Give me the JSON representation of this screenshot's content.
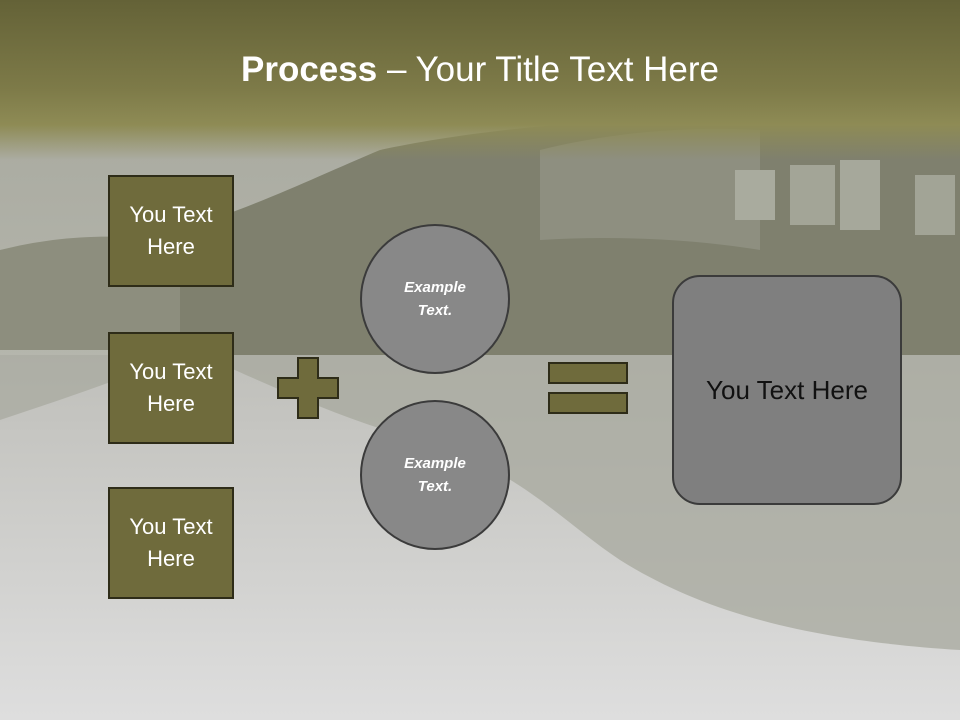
{
  "slide": {
    "title_bold": "Process",
    "title_rest": " – Your Title Text Here",
    "left_boxes": [
      "You Text Here",
      "You Text Here",
      "You Text Here"
    ],
    "circles": [
      "Example Text.",
      "Example Text."
    ],
    "result": "You Text Here"
  },
  "icons": {
    "plus": "plus-icon",
    "equals": "equals-icon"
  },
  "colors": {
    "title_band": "#6f6b3c",
    "box_fill": "#6f6b3c",
    "box_border": "#2e2c18",
    "circle_fill": "#888888",
    "result_fill": "#7f7f7f",
    "title_text": "#ffffff"
  }
}
